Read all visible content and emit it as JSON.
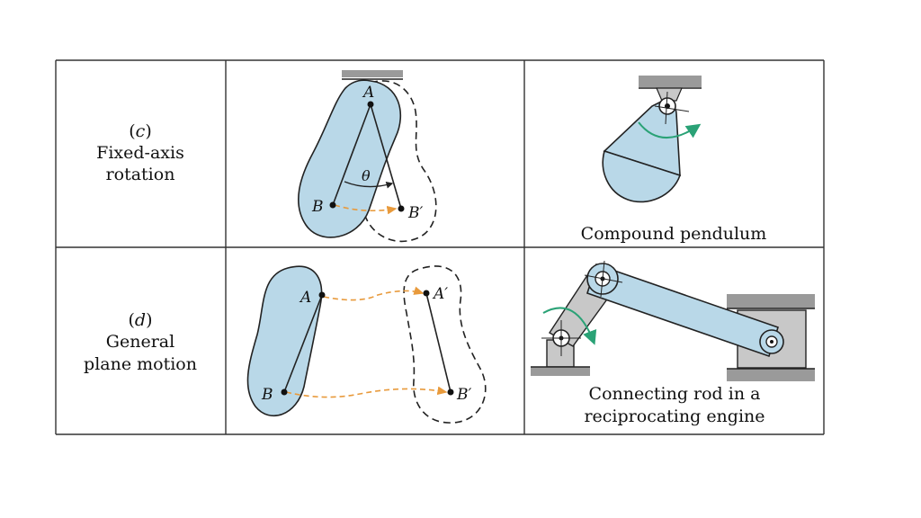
{
  "rows": [
    {
      "row_label": {
        "letter": "c",
        "line1": "Fixed-axis",
        "line2": "rotation"
      },
      "diagram_points": {
        "pivot": "A",
        "start": "B",
        "end": "B′",
        "angle": "θ"
      },
      "example_caption": "Compound pendulum"
    },
    {
      "row_label": {
        "letter": "d",
        "line1": "General",
        "line2": "plane motion"
      },
      "diagram_points": {
        "a_start": "A",
        "a_end": "A′",
        "b_start": "B",
        "b_end": "B′"
      },
      "example_caption_line1": "Connecting rod in a",
      "example_caption_line2": "reciprocating engine"
    }
  ],
  "colors": {
    "body_fill": "#b9d8e8",
    "outline": "#222222",
    "path_arrow": "#e89a3c",
    "rotation_arrow": "#2aa276",
    "support_gray": "#9a9a9a",
    "block_gray": "#c8c8c8"
  }
}
